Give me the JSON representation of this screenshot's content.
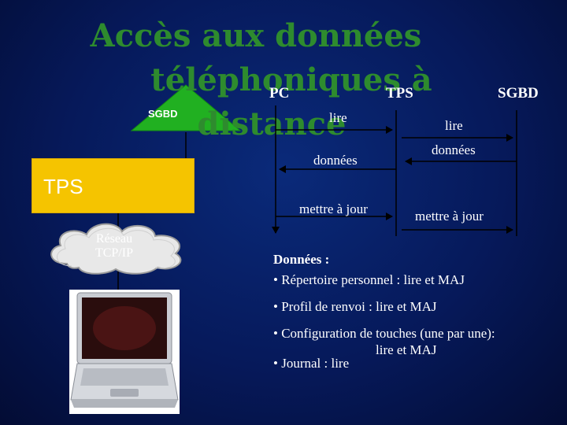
{
  "title": [
    "Accès aux données",
    "téléphoniques à",
    "distance"
  ],
  "columns": {
    "pc": "PC",
    "tps": "TPS",
    "sgbd": "SGBD"
  },
  "flow": {
    "pc_tps": {
      "read": "lire",
      "data": "données",
      "update": "mettre à jour"
    },
    "tps_sgbd": {
      "read": "lire",
      "data": "données",
      "update": "mettre à jour"
    }
  },
  "stack": {
    "sgbd": "SGBD",
    "tps": "TPS",
    "network": [
      "Réseau",
      "TCP/IP"
    ]
  },
  "notes": {
    "heading": "Données :",
    "items": [
      "• Répertoire personnel : lire et MAJ",
      "• Profil de renvoi : lire et MAJ",
      "• Configuration de touches (une par une):",
      "lire et MAJ",
      "• Journal : lire"
    ]
  },
  "colors": {
    "title": "#2e8b2e",
    "tps_box": "#f5c400",
    "triangle": "#21b021",
    "background": "#06195a"
  }
}
